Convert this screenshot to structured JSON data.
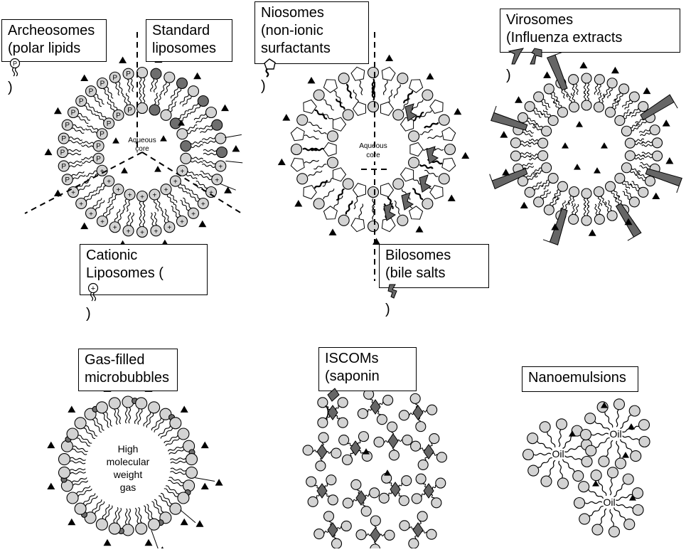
{
  "labels": {
    "archeosomes": [
      "Archeosomes",
      "(polar lipids"
    ],
    "standard": [
      "Standard",
      "liposomes"
    ],
    "niosomes": [
      "Niosomes",
      "(non-ionic",
      "surfactants"
    ],
    "virosomes": [
      "Virosomes",
      "(Influenza extracts"
    ],
    "cationic": [
      "Cationic",
      "Liposomes ("
    ],
    "bilosomes": [
      "Bilosomes",
      "(bile salts"
    ],
    "gasfilled": [
      "Gas-filled",
      "microbubbles"
    ],
    "iscoms": [
      "ISCOMs",
      "(saponin"
    ],
    "nanoemulsions": "Nanoemulsions",
    "close_paren": ")",
    "polar_head": "P",
    "cation_head": "+"
  },
  "cores": {
    "aqueous_1": [
      "Aqueous",
      "core"
    ],
    "aqueous_2": [
      "Aqueous",
      "core"
    ],
    "gas": [
      "High",
      "molecular",
      "weight",
      "gas"
    ],
    "oil": "Oil"
  },
  "colors": {
    "head_light": "#d3d3d3",
    "head_dark": "#6e6e6e",
    "protein": "#666666",
    "antigen": "#000000",
    "outline": "#000000"
  }
}
